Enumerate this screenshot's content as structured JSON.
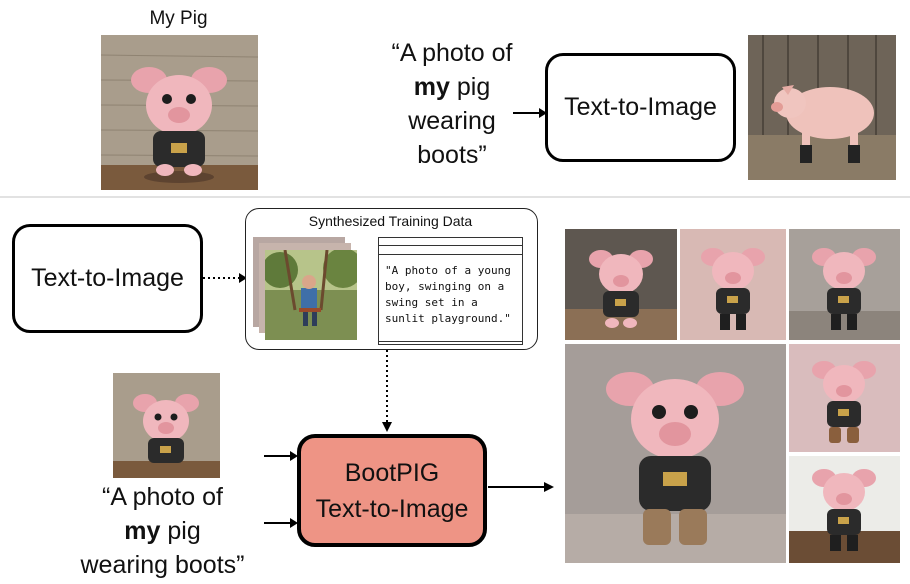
{
  "top": {
    "reference_label": "My Pig",
    "prompt_lines": [
      "“A photo of",
      "my",
      "pig",
      "wearing",
      "boots”"
    ],
    "t2i_label": "Text-to-Image"
  },
  "bottom": {
    "t2i_label": "Text-to-Image",
    "synth_title": "Synthesized Training Data",
    "synth_caption": "\"A photo of a young boy, swinging on a swing set in a sunlit playground.\"",
    "bootpig_line1": "BootPIG",
    "bootpig_line2": "Text-to-Image",
    "prompt_line1": "“A photo of",
    "prompt_bold": "my",
    "prompt_rest": "pig",
    "prompt_line3": "wearing boots”"
  }
}
